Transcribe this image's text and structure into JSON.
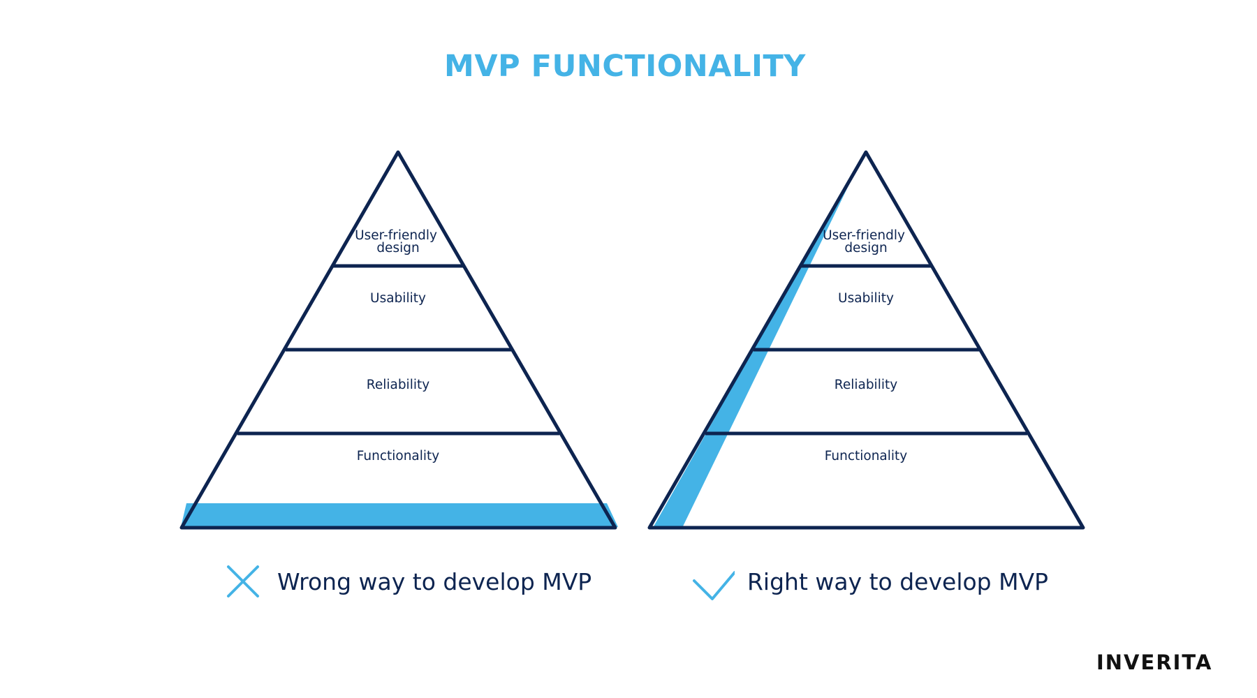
{
  "title": "MVP FUNCTIONALITY",
  "colors": {
    "accent": "#44b3e6",
    "outline": "#0d2450",
    "logo_text": "#111111",
    "logo_accent": "#2bc4a4"
  },
  "pyramids": [
    {
      "caption": "Wrong way to develop MVP",
      "caption_icon": "cross-icon",
      "tiers": [
        [
          "User-friendly",
          "design"
        ],
        [
          "Usability"
        ],
        [
          "Reliability"
        ],
        [
          "Functionality"
        ]
      ]
    },
    {
      "caption": "Right way to develop MVP",
      "caption_icon": "checkmark-icon",
      "tiers": [
        [
          "User-friendly",
          "design"
        ],
        [
          "Usability"
        ],
        [
          "Reliability"
        ],
        [
          "Functionality"
        ]
      ]
    }
  ],
  "logo": "INVERITA"
}
